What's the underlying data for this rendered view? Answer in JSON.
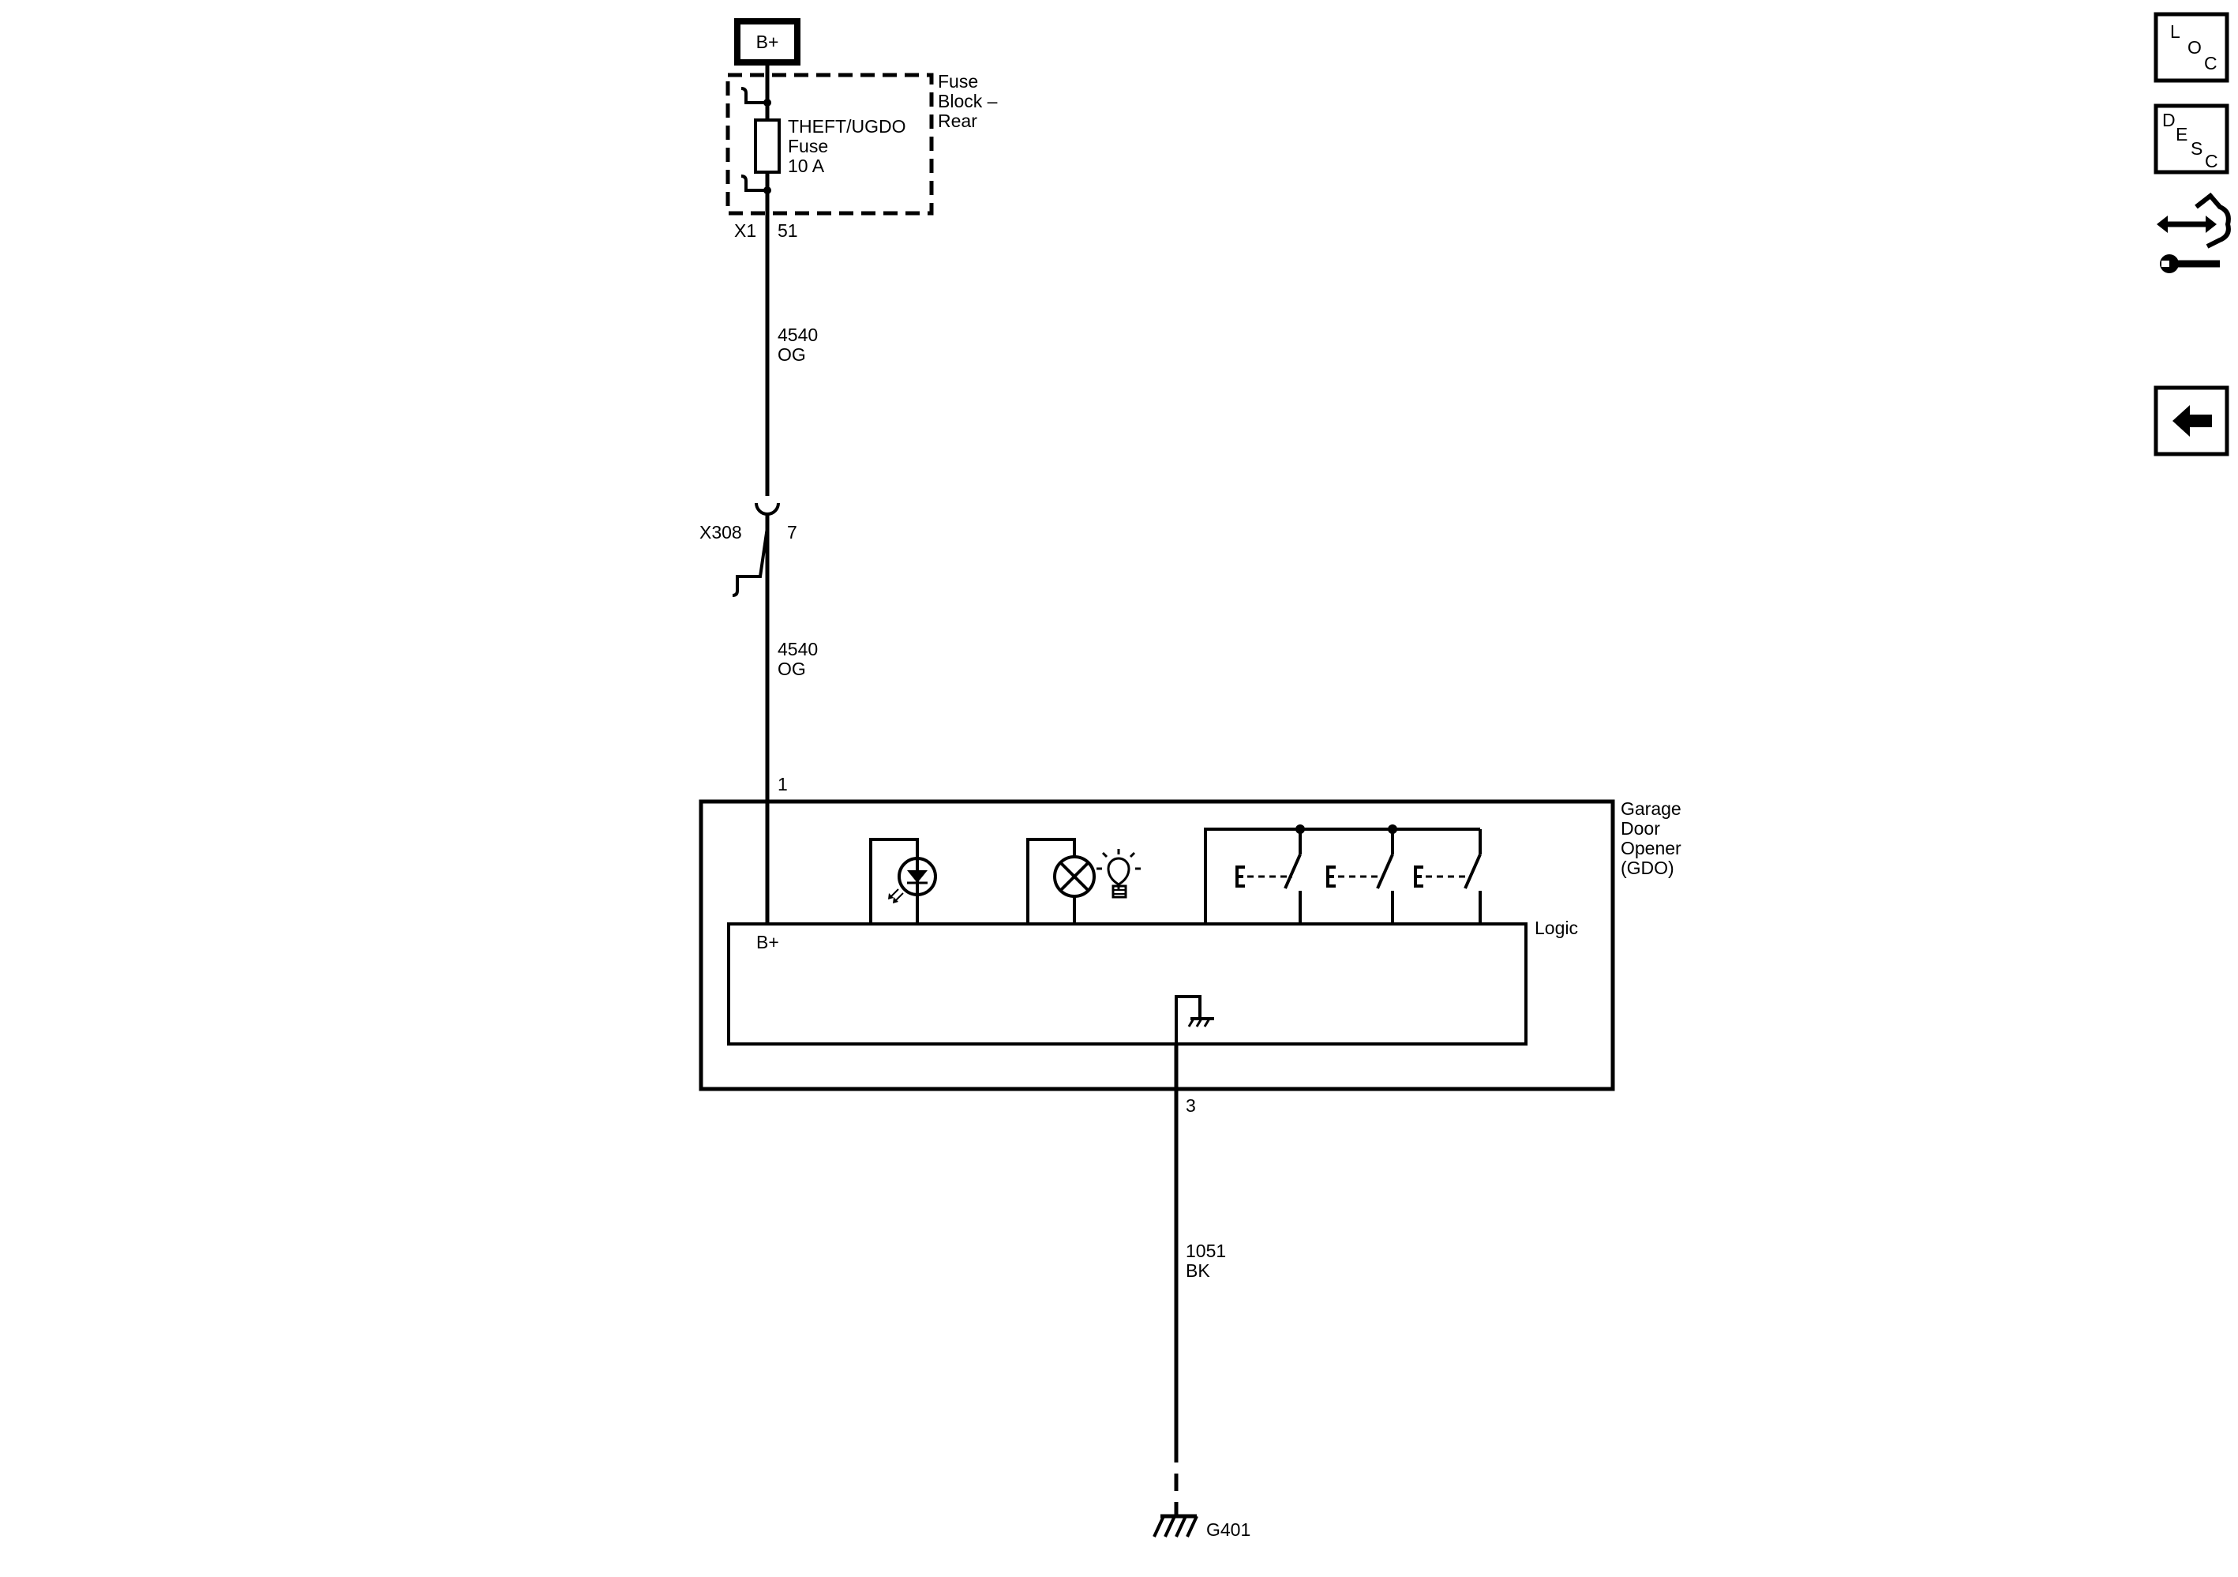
{
  "power_source": {
    "label": "B+"
  },
  "fuse_block": {
    "name_lines": [
      "Fuse",
      "Block –",
      "Rear"
    ],
    "fuse_name_lines": [
      "THEFT/UGDO",
      "Fuse",
      "10 A"
    ],
    "connector": "X1",
    "pin": "51"
  },
  "wire_upper": {
    "circuit": "4540",
    "color": "OG"
  },
  "inline_connector": {
    "name": "X308",
    "pin": "7"
  },
  "wire_middle": {
    "circuit": "4540",
    "color": "OG"
  },
  "gdo_module": {
    "name_lines": [
      "Garage",
      "Door",
      "Opener",
      "(GDO)"
    ],
    "power_pin": "1",
    "ground_pin": "3",
    "logic_label": "Logic",
    "logic_power_label": "B+"
  },
  "wire_ground": {
    "circuit": "1051",
    "color": "BK"
  },
  "ground": {
    "name": "G401"
  },
  "nav": {
    "loc_button": {
      "letters": [
        "L",
        "O",
        "C"
      ]
    },
    "desc_button": {
      "letters": [
        "D",
        "E",
        "S",
        "C"
      ]
    },
    "connector_icon": "connector-repair-icon",
    "back_icon": "back-arrow-icon"
  },
  "colors": {
    "line": "#000000",
    "background": "#ffffff"
  }
}
